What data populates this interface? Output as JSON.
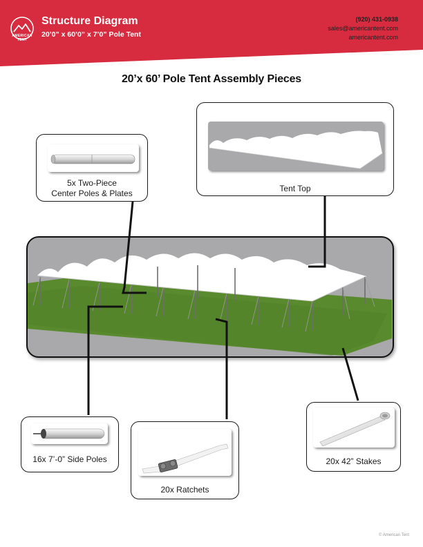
{
  "header": {
    "title": "Structure Diagram",
    "subtitle": "20’0” x 60’0” x 7’0” Pole Tent",
    "logo_text_line1": "AMERICAN",
    "logo_text_line2": "TENT",
    "phone": "(920) 431-0938",
    "email": "sales@americantent.com",
    "website": "americantent.com"
  },
  "page_title": "20’x 60’ Pole Tent Assembly Pieces",
  "pieces": {
    "center_poles": {
      "line1": "5x Two-Piece",
      "line2": "Center Poles & Plates"
    },
    "tent_top": {
      "label": "Tent Top"
    },
    "side_poles": {
      "label": "16x 7’-0” Side Poles"
    },
    "ratchets": {
      "label": "20x Ratchets"
    },
    "stakes": {
      "label": "20x 42” Stakes"
    }
  },
  "footer": {
    "copyright": "© American Tent"
  },
  "colors": {
    "brand_red": "#d72b3f",
    "grass": "#5a8a2e",
    "line": "#111111"
  }
}
